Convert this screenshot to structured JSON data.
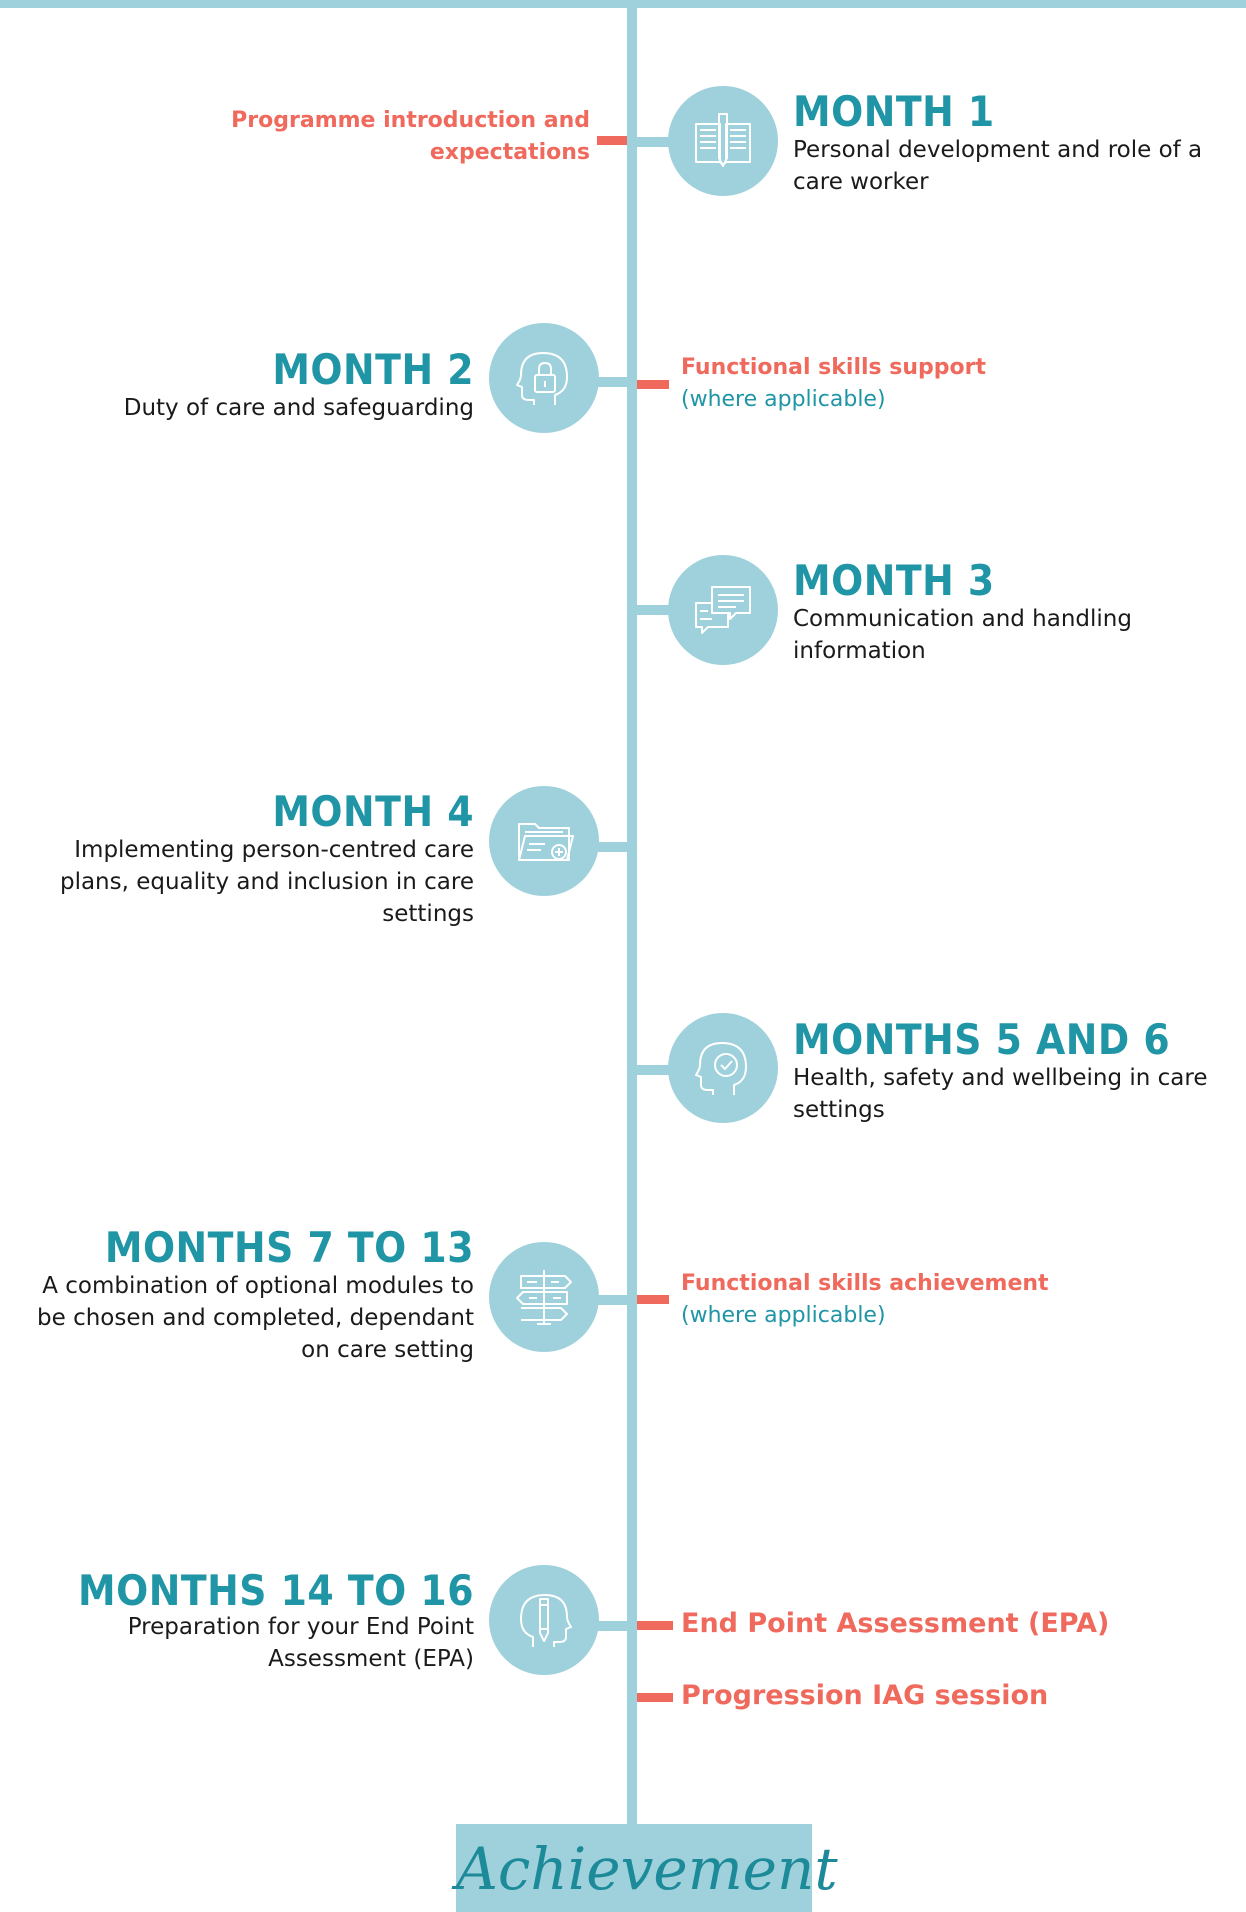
{
  "milestones": [
    {
      "title": "MONTH 1",
      "description": "Personal development and role of a care worker",
      "icon": "book-icon"
    },
    {
      "title": "MONTH 2",
      "description": "Duty of care and safeguarding",
      "icon": "head-padlock-icon"
    },
    {
      "title": "MONTH 3",
      "description": "Communication and handling information",
      "icon": "speech-bubbles-icon"
    },
    {
      "title": "MONTH 4",
      "description": "Implementing person-centred care plans, equality and inclusion in care settings",
      "icon": "folder-plus-icon"
    },
    {
      "title": "MONTHS 5 AND 6",
      "description": "Health, safety and wellbeing in care settings",
      "icon": "head-checkmark-icon"
    },
    {
      "title": "MONTHS 7 TO 13",
      "description": "A combination of optional modules to be chosen and completed, dependant on care setting",
      "icon": "signpost-icon"
    },
    {
      "title": "MONTHS 14 TO 16",
      "description": "Preparation for your End Point Assessment (EPA)",
      "icon": "head-pencil-icon"
    }
  ],
  "side_notes": [
    {
      "text": "Programme introduction and expectations"
    },
    {
      "text": "Functional skills support",
      "sub": "(where applicable)"
    },
    {
      "text": "Functional skills achievement",
      "sub": "(where applicable)"
    },
    {
      "text": "End Point Assessment (EPA)"
    },
    {
      "text": "Progression IAG session"
    }
  ],
  "achievement": "Achievement",
  "colors": {
    "teal_light": "#9ed1db",
    "teal_dark": "#1f95a6",
    "coral": "#ef6a5d"
  }
}
